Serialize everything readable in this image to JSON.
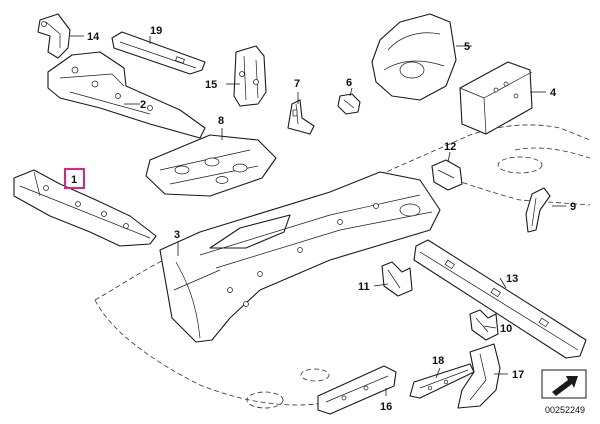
{
  "diagram": {
    "highlighted_part": "1",
    "diagram_id": "00252249",
    "parts": [
      {
        "id": "p1",
        "label": "1"
      },
      {
        "id": "p2",
        "label": "2"
      },
      {
        "id": "p3",
        "label": "3"
      },
      {
        "id": "p4",
        "label": "4"
      },
      {
        "id": "p5",
        "label": "5"
      },
      {
        "id": "p6",
        "label": "6"
      },
      {
        "id": "p7",
        "label": "7"
      },
      {
        "id": "p8",
        "label": "8"
      },
      {
        "id": "p9",
        "label": "9"
      },
      {
        "id": "p10",
        "label": "10"
      },
      {
        "id": "p11",
        "label": "11"
      },
      {
        "id": "p12",
        "label": "12"
      },
      {
        "id": "p13",
        "label": "13"
      },
      {
        "id": "p14",
        "label": "14"
      },
      {
        "id": "p15",
        "label": "15"
      },
      {
        "id": "p16",
        "label": "16"
      },
      {
        "id": "p17",
        "label": "17"
      },
      {
        "id": "p18",
        "label": "18"
      },
      {
        "id": "p19",
        "label": "19"
      }
    ]
  },
  "colors": {
    "highlight": "#e0218a",
    "line": "#1a1a1a",
    "background": "#ffffff"
  },
  "icons": {
    "direction": "arrow-icon"
  }
}
